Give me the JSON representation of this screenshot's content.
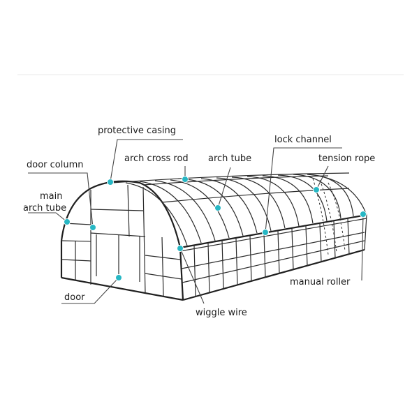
{
  "colors": {
    "dot": "#27b7c4",
    "line": "#2b2b2b",
    "rule": "#e8e8e8"
  },
  "labels": {
    "protective_casing": "protective casing",
    "arch_cross_rod": "arch cross rod",
    "arch_tube": "arch tube",
    "lock_channel": "lock channel",
    "tension_rope": "tension rope",
    "door_column": "door column",
    "main_arch_tube_line1": "main",
    "main_arch_tube_line2": "arch tube",
    "manual_roller": "manual roller",
    "door": "door",
    "wiggle_wire": "wiggle wire"
  }
}
